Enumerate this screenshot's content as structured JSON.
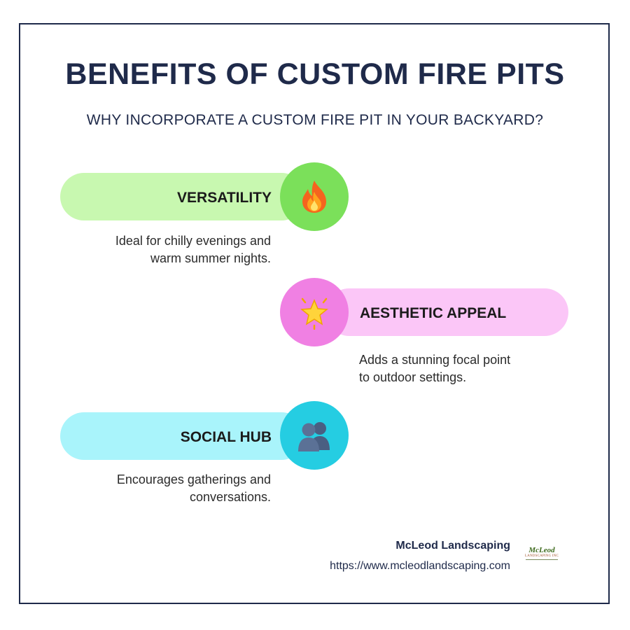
{
  "title": "BENEFITS OF CUSTOM FIRE PITS",
  "subtitle": "WHY INCORPORATE A CUSTOM FIRE PIT IN YOUR BACKYARD?",
  "benefits": [
    {
      "label": "VERSATILITY",
      "icon": "fire-icon",
      "desc_line1": "Ideal for chilly evenings and",
      "desc_line2": "warm summer nights.",
      "pill_color": "#c8f8b0",
      "circle_color": "#7be05a"
    },
    {
      "label": "AESTHETIC APPEAL",
      "icon": "glowing-star-icon",
      "desc_line1": "Adds a stunning focal point",
      "desc_line2": "to outdoor settings.",
      "pill_color": "#fbc6f7",
      "circle_color": "#f080e3"
    },
    {
      "label": "SOCIAL HUB",
      "icon": "people-icon",
      "desc_line1": "Encourages gatherings and",
      "desc_line2": "conversations.",
      "pill_color": "#a9f4fb",
      "circle_color": "#25cde2"
    }
  ],
  "footer": {
    "company": "McLeod Landscaping",
    "url": "https://www.mcleodlandscaping.com",
    "logo_text": "McLeod",
    "logo_subtext": "LANDSCAPING INC"
  }
}
